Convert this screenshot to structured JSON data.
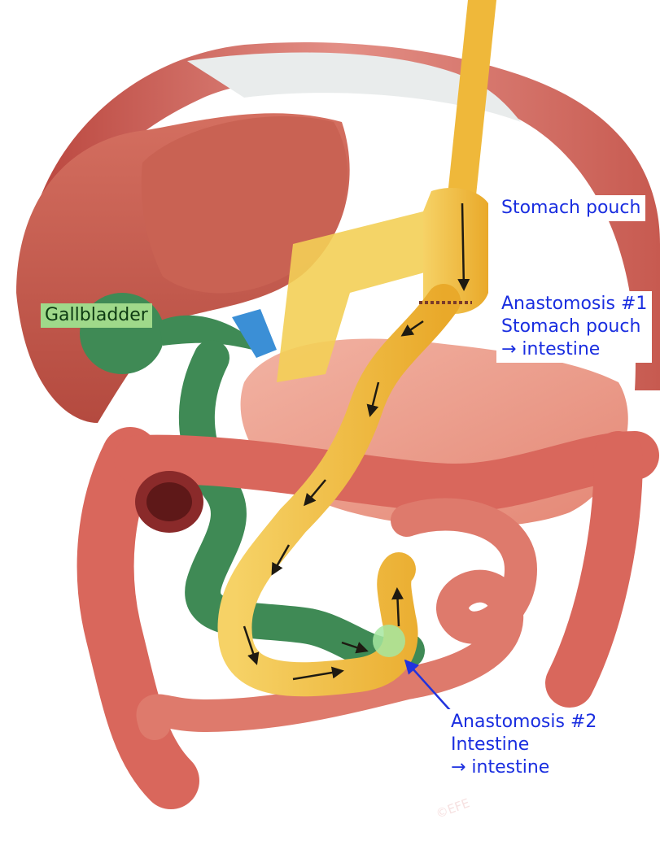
{
  "labels": {
    "stomach_pouch": "Stomach pouch",
    "anastomosis_1": {
      "line1": "Anastomosis #1",
      "line2": "Stomach pouch",
      "line3": "→ intestine"
    },
    "gallbladder": "Gallbladder",
    "anastomosis_2": {
      "line1": "Anastomosis #2",
      "line2": "Intestine",
      "line3": "→ intestine"
    }
  },
  "copyright": "©EFE",
  "colors": {
    "label_text": "#1a2ee0",
    "gallbladder_label_bg": "#9fd98a",
    "limb_yellow": "#f2c23a",
    "limb_green": "#3f8a55",
    "intestine": "#d9675c",
    "liver": "#c95a4c",
    "pointer_arrow": "#2233dd"
  }
}
